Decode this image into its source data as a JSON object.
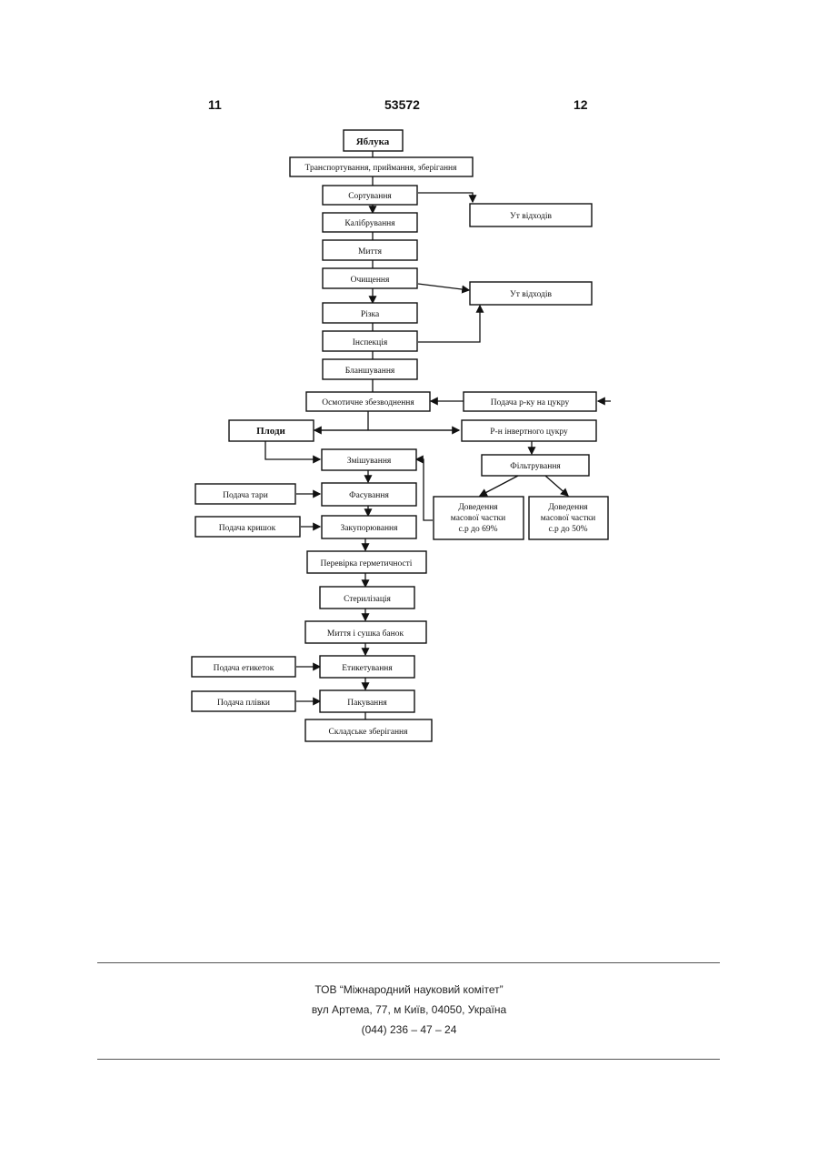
{
  "header": {
    "left": "11",
    "center": "53572",
    "right": "12"
  },
  "nodes": {
    "apples": "Яблука",
    "transport": "Транспортування, приймання, зберігання",
    "sorting": "Сортування",
    "waste1": "Ут відходів",
    "calibration": "Калібрування",
    "washing": "Миття",
    "cleaning": "Очищення",
    "waste2": "Ут відходів",
    "cutting": "Різка",
    "inspection": "Інспекція",
    "blanching": "Бланшування",
    "osmotic": "Осмотичне збезводнення",
    "sugar_feed": "Подача р-ку на цукру",
    "fruits": "Плоди",
    "invert_sugar": "Р-н інвертного цукру",
    "mixing": "Змішування",
    "filtration": "Фільтрування",
    "tare_feed": "Подача тари",
    "filling": "Фасування",
    "conc69": [
      "Доведення",
      "масової частки",
      "с.р до 69%"
    ],
    "conc50": [
      "Доведення",
      "масової частки",
      "с.р до 50%"
    ],
    "lids_feed": "Подача кришок",
    "capping": "Закупорювання",
    "seal_check": "Перевірка герметичності",
    "sterilization": "Стерилізація",
    "wash_dry": "Миття і сушка банок",
    "labels_feed": "Подача етикеток",
    "labeling": "Етикетування",
    "film_feed": "Подача плівки",
    "packing": "Пакування",
    "storage": "Складське зберігання"
  },
  "footer": {
    "line1": "ТОВ “Міжнародний науковий комітет”",
    "line2": "вул  Артема, 77, м  Київ, 04050, Україна",
    "line3": "(044) 236 – 47 – 24"
  }
}
